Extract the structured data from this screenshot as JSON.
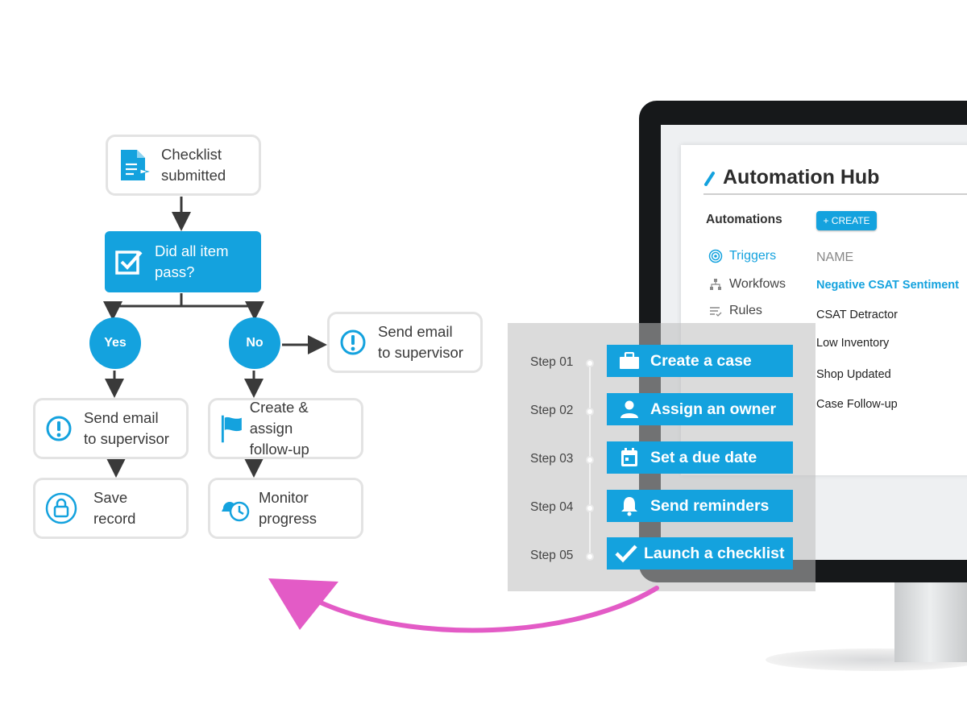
{
  "flowchart": {
    "checklist_submitted": "Checklist\nsubmitted",
    "did_all_pass": "Did all item\npass?",
    "yes": "Yes",
    "no": "No",
    "send_email_right": "Send email\nto supervisor",
    "send_email_left": "Send email\nto supervisor",
    "create_assign": "Create & assign\nfollow-up",
    "save_record": "Save\nrecord",
    "monitor_progress": "Monitor\nprogress"
  },
  "hub": {
    "title": "Automation Hub",
    "automations_label": "Automations",
    "create_button": "+ CREATE",
    "sidebar": [
      {
        "label": "Triggers",
        "icon": "target-icon",
        "active": true
      },
      {
        "label": "Workfows",
        "icon": "workflow-icon",
        "active": false
      },
      {
        "label": "Rules",
        "icon": "rules-icon",
        "active": false
      }
    ],
    "column_header": "NAME",
    "rows": [
      "Negative CSAT Sentiment",
      "CSAT Detractor",
      "Low Inventory",
      "Shop Updated",
      "Case Follow-up"
    ]
  },
  "steps": [
    {
      "label": "Step 01",
      "action": "Create a case",
      "icon": "briefcase-icon"
    },
    {
      "label": "Step 02",
      "action": "Assign an owner",
      "icon": "user-icon"
    },
    {
      "label": "Step 03",
      "action": "Set a due date",
      "icon": "calendar-icon"
    },
    {
      "label": "Step 04",
      "action": "Send reminders",
      "icon": "bell-icon"
    },
    {
      "label": "Step 05",
      "action": "Launch a checklist",
      "icon": "checkmark-icon"
    }
  ],
  "colors": {
    "accent": "#14a2de",
    "arrow": "#e35bc6",
    "connector": "#3a3a3a"
  }
}
